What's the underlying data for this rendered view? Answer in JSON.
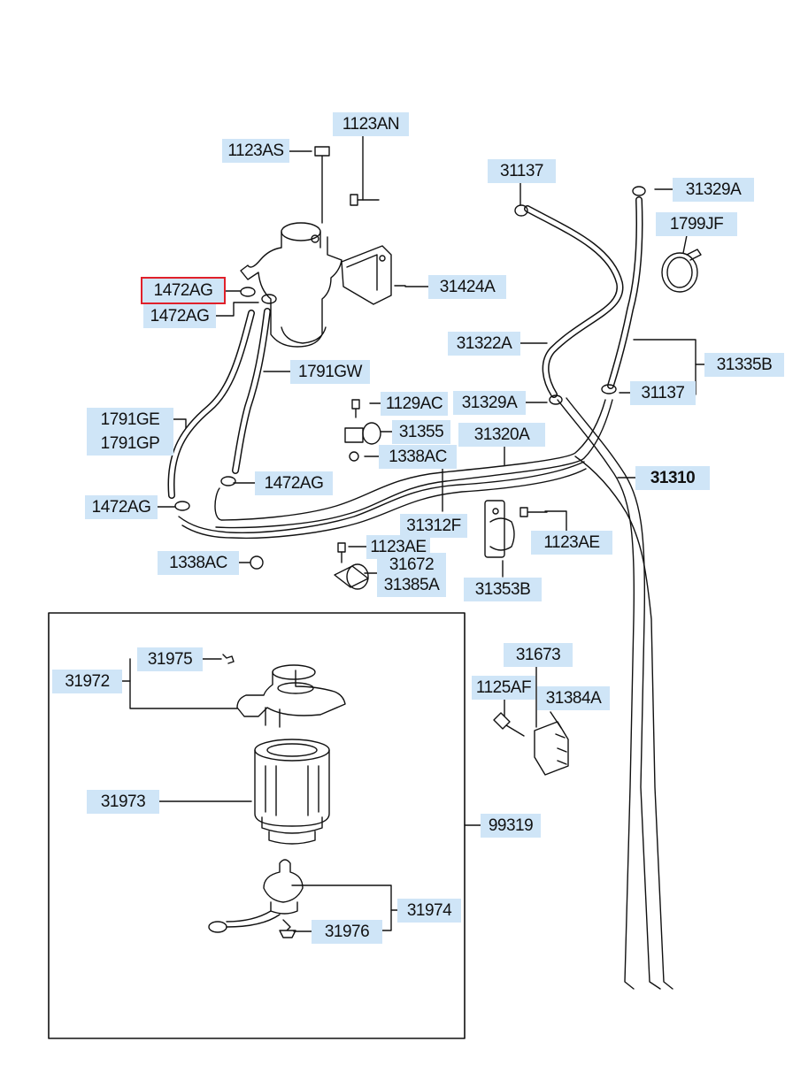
{
  "diagram": {
    "selected_part": "1472AG",
    "labels": {
      "l_1123an": "1123AN",
      "l_1123as": "1123AS",
      "l_31137_top": "31137",
      "l_31329a_top": "31329A",
      "l_1799jf": "1799JF",
      "l_1472ag_sel": "1472AG",
      "l_31424a": "31424A",
      "l_1472ag_b": "1472AG",
      "l_31322a": "31322A",
      "l_31335b": "31335B",
      "l_1791gw": "1791GW",
      "l_1129ac": "1129AC",
      "l_31329a_mid": "31329A",
      "l_31137_mid": "31137",
      "l_1791ge": "1791GE",
      "l_1791gp": "1791GP",
      "l_31355": "31355",
      "l_31320a": "31320A",
      "l_1338ac_top": "1338AC",
      "l_31310": "31310",
      "l_1472ag_c": "1472AG",
      "l_1472ag_d": "1472AG",
      "l_31312f": "31312F",
      "l_1123ae_right": "1123AE",
      "l_1123ae_mid": "1123AE",
      "l_1338ac_left": "1338AC",
      "l_31672": "31672",
      "l_31385a": "31385A",
      "l_31353b": "31353B",
      "l_31975": "31975",
      "l_31972": "31972",
      "l_31673": "31673",
      "l_1125af": "1125AF",
      "l_31384a": "31384A",
      "l_31973": "31973",
      "l_99319": "99319",
      "l_31974": "31974",
      "l_31976": "31976"
    }
  }
}
